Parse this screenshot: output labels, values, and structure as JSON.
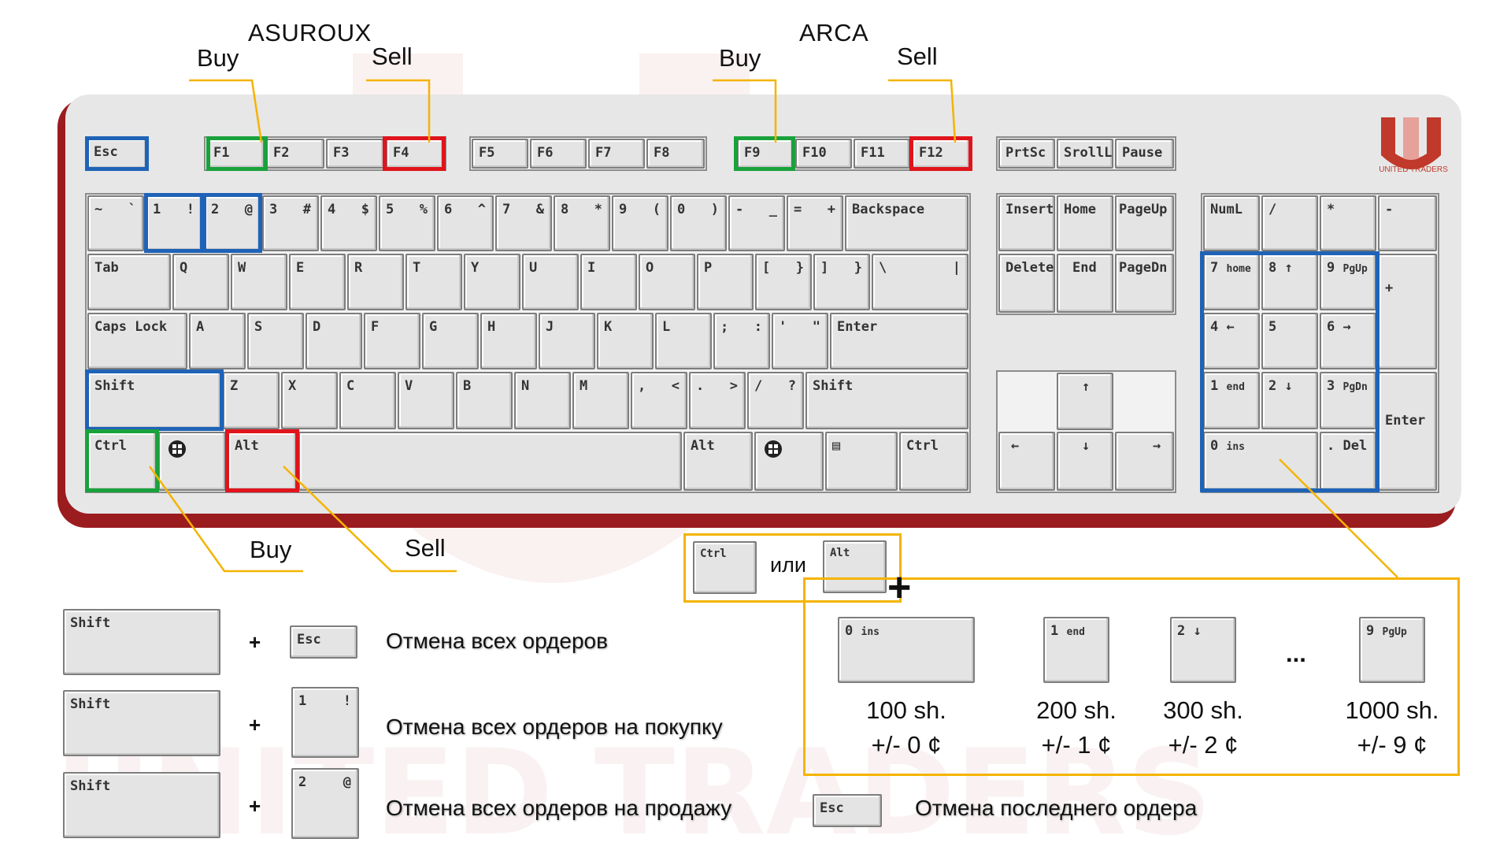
{
  "brand": {
    "name": "UNITED TRADERS",
    "color": "#c0392b"
  },
  "colors": {
    "blue": "#1f63b7",
    "green": "#19a23c",
    "red": "#e0141c",
    "orange": "#f4b400",
    "keyboard_frame": "#9b1c1f"
  },
  "sections": {
    "asuroux": "ASUROUX",
    "arca": "ARCA"
  },
  "callouts": {
    "buy": "Buy",
    "sell": "Sell"
  },
  "keys": {
    "esc": "Esc",
    "f1": "F1",
    "f2": "F2",
    "f3": "F3",
    "f4": "F4",
    "f5": "F5",
    "f6": "F6",
    "f7": "F7",
    "f8": "F8",
    "f9": "F9",
    "f10": "F10",
    "f11": "F11",
    "f12": "F12",
    "prtsc": "PrtSc",
    "scroll": "SrollL",
    "pause": "Pause",
    "tilde": "~",
    "backtick": "`",
    "n1": "1",
    "s1": "!",
    "n2": "2",
    "s2": "@",
    "n3": "3",
    "s3": "#",
    "n4": "4",
    "s4": "$",
    "n5": "5",
    "s5": "%",
    "n6": "6",
    "s6": "^",
    "n7": "7",
    "s7": "&",
    "n8": "8",
    "s8": "*",
    "n9": "9",
    "s9": "(",
    "n0": "0",
    "s0": ")",
    "minus": "-",
    "underscore": "_",
    "equal": "=",
    "plus": "+",
    "backspace": "Backspace",
    "tab": "Tab",
    "q": "Q",
    "w": "W",
    "e": "E",
    "r": "R",
    "t": "T",
    "y": "Y",
    "u": "U",
    "i": "I",
    "o": "O",
    "p": "P",
    "lbr": "[",
    "lbrace": "}",
    "rbr": "]",
    "rbrace": "}",
    "bslash": "\\",
    "pipe": "|",
    "caps": "Caps Lock",
    "a": "A",
    "s": "S",
    "d": "D",
    "f": "F",
    "g": "G",
    "h": "H",
    "j": "J",
    "k": "K",
    "l": "L",
    "semi": ";",
    "colon": ":",
    "quote": "'",
    "dquote": "\"",
    "enter": "Enter",
    "shift": "Shift",
    "z": "Z",
    "x": "X",
    "c": "C",
    "v": "V",
    "b": "B",
    "n": "N",
    "m": "M",
    "comma": ",",
    "lt": "<",
    "dot": ".",
    "gt": ">",
    "slash": "/",
    "question": "?",
    "ctrl": "Ctrl",
    "alt": "Alt",
    "menu": "▤",
    "insert": "Insert",
    "home": "Home",
    "pageup": "PageUp",
    "delete": "Delete",
    "end": "End",
    "pagedn": "PageDn",
    "up": "↑",
    "left": "←",
    "down": "↓",
    "right": "→",
    "numl": "NumL",
    "np_slash": "/",
    "np_star": "*",
    "np_minus": "-",
    "np_plus": "+",
    "np7": "7",
    "np7s": "home",
    "np8": "8 ↑",
    "np9": "9",
    "np9s": "PgUp",
    "np4": "4 ←",
    "np5": "5",
    "np6": "6 →",
    "np1": "1",
    "np1s": "end",
    "np2": "2 ↓",
    "np3": "3",
    "np3s": "PgDn",
    "np0": "0",
    "np0s": "ins",
    "npdel": ". Del",
    "np_enter": "Enter"
  },
  "combo": {
    "or": "или",
    "plus": "+",
    "ellipsis": "..."
  },
  "quantities": [
    {
      "key": "0",
      "key_sub": "ins",
      "shares": "100 sh.",
      "offset": "+/- 0 ¢"
    },
    {
      "key": "1",
      "key_sub": "end",
      "shares": "200 sh.",
      "offset": "+/- 1 ¢"
    },
    {
      "key": "2 ↓",
      "key_sub": "",
      "shares": "300 sh.",
      "offset": "+/- 2 ¢"
    },
    {
      "key": "9",
      "key_sub": "PgUp",
      "shares": "1000 sh.",
      "offset": "+/- 9 ¢"
    }
  ],
  "shortcuts": [
    {
      "plus": "+",
      "desc": "Отмена всех ордеров"
    },
    {
      "plus": "+",
      "desc": "Отмена всех ордеров на покупку"
    },
    {
      "plus": "+",
      "desc": "Отмена всех ордеров на продажу"
    }
  ],
  "last_order": {
    "desc": "Отмена последнего ордера"
  }
}
